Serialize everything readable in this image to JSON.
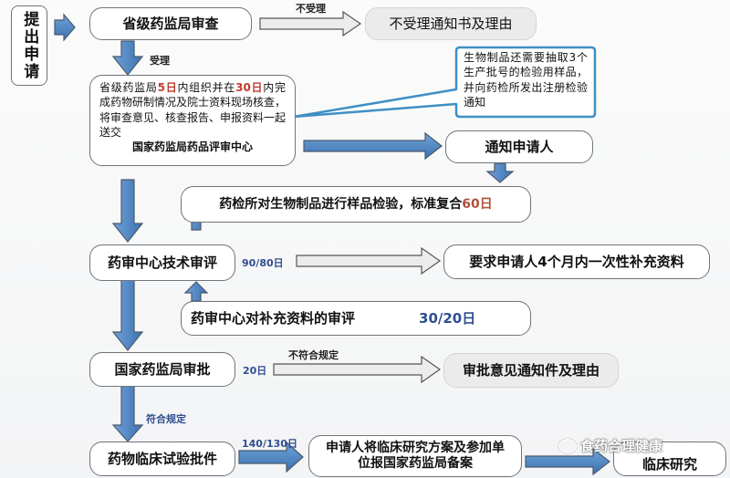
{
  "apply": {
    "label": "提出申请"
  },
  "provincial_review": {
    "label": "省级药监局审查"
  },
  "not_accept": {
    "label": "不受理",
    "notice": "不受理通知书及理由"
  },
  "accept": {
    "label": "受理"
  },
  "verify_box": {
    "prefix": "省级药监局",
    "days1": "5日",
    "mid": "内组织并在",
    "days2": "30日",
    "rest": "内完成药物研制情况及院士资料现场核查，将审查意见、核查报告、申报资料一起送交",
    "bottom": "国家药监局药品评审中心"
  },
  "bio_note": {
    "label": "生物制品还需要抽取3个生产批号的检验用样品，并向药检所发出注册检验通知"
  },
  "notify_applicant": {
    "label": "通知申请人"
  },
  "sample_test": {
    "label": "药检所对生物制品进行样品检验，标准复合",
    "days": "60日"
  },
  "tech_review": {
    "label": "药审中心技术审评",
    "days": "90/80日"
  },
  "supplement_request": {
    "label": "要求申请人4个月内一次性补充资料"
  },
  "supplement_review": {
    "label": "药审中心对补充资料的审评",
    "days": "30/20日"
  },
  "national_approval": {
    "label": "国家药监局审批",
    "days": "20日"
  },
  "not_compliant": {
    "label": "不符合规定",
    "notice": "审批意见通知件及理由"
  },
  "compliant": {
    "label": "符合规定"
  },
  "trial_approval": {
    "label": "药物临床试验批件",
    "days": "140/130日"
  },
  "filing": {
    "label": "申请人将临床研究方案及参加单位报国家药监局备案"
  },
  "clinical_study": {
    "label": "临床研究"
  },
  "watermark": {
    "label": "食药合理健康"
  },
  "colors": {
    "arrow_fill": "#4f86c6",
    "arrow_stroke": "#4a5a6e",
    "note_border": "#3f8fc5",
    "red": "#c23b2f"
  }
}
